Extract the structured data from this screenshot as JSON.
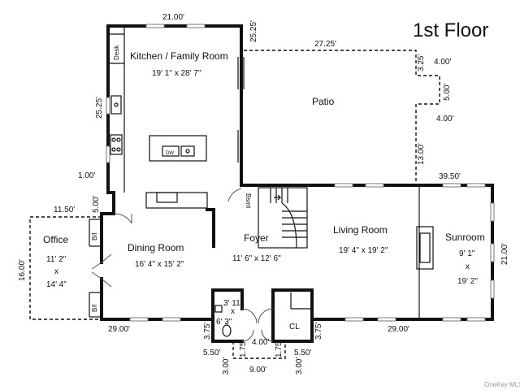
{
  "title": "1st Floor",
  "watermark": "OneKey MLS",
  "rooms": {
    "kitchen": {
      "name": "Kitchen / Family Room",
      "size": "19' 1\" x 28' 7\""
    },
    "patio": {
      "name": "Patio"
    },
    "office": {
      "name": "Office",
      "size_w": "11' 2\"",
      "size_x": "x",
      "size_l": "14' 4\""
    },
    "dining": {
      "name": "Dining Room",
      "size": "16' 4\" x 15' 2\""
    },
    "foyer": {
      "name": "Foyer",
      "size": "11' 6\" x 12' 6\""
    },
    "living": {
      "name": "Living Room",
      "size": "19' 4\" x 19' 2\""
    },
    "sunroom": {
      "name": "Sunroom",
      "size_w": "9' 1\"",
      "size_x": "x",
      "size_l": "19' 2\""
    },
    "bath": {
      "size_w": "3' 11\"",
      "size_x": "x",
      "size_l": "6' 3\""
    }
  },
  "labels": {
    "desk": "Desk",
    "bsmt": "Bsmt",
    "bi_top": "B/I",
    "bi_bottom": "B/I",
    "closet": "CL",
    "dw": "DW"
  },
  "dimensions": {
    "top_21": "21.00'",
    "kitchen_25_25_right": "25.25'",
    "patio_27_25": "27.25'",
    "patio_3_25": "3.25'",
    "patio_4_00_top": "4.00'",
    "patio_5_00": "5.00'",
    "patio_4_00_mid": "4.00'",
    "patio_13_00": "13.00'",
    "kitchen_25_25_left": "25.25'",
    "left_1_00": "1.00'",
    "office_11_50": "11.50'",
    "left_5_00": "5.00'",
    "living_39_50": "39.50'",
    "office_16_00": "16.00'",
    "sunroom_21_00": "21.00'",
    "bottom_29_left": "29.00'",
    "bottom_29_right": "29.00'",
    "entry_3_75_left": "3.75'",
    "entry_3_75_right": "3.75'",
    "entry_4_00": "4.00'",
    "entry_5_50_left": "5.50'",
    "entry_5_50_right": "5.50'",
    "entry_1_75_left": "1.75'",
    "entry_1_75_right": "1.75'",
    "entry_3_00_left": "3.00'",
    "entry_3_00_right": "3.00'",
    "entry_9_00": "9.00'"
  }
}
